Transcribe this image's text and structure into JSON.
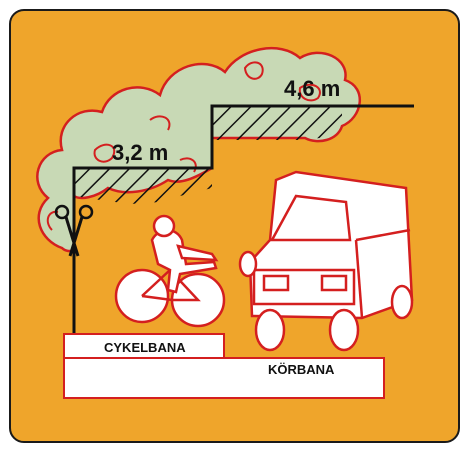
{
  "labels": {
    "low_clearance": "3,2 m",
    "high_clearance": "4,6 m",
    "cycle_path": "CYKELBANA",
    "roadway": "KÖRBANA"
  },
  "colors": {
    "background": "#EFA52B",
    "foliage": "#C8D9B5",
    "outline": "#D41F1F",
    "surface": "#FFFFFF",
    "ink": "#111111"
  },
  "icons": [
    "scissors-icon",
    "cyclist-icon",
    "truck-icon"
  ]
}
